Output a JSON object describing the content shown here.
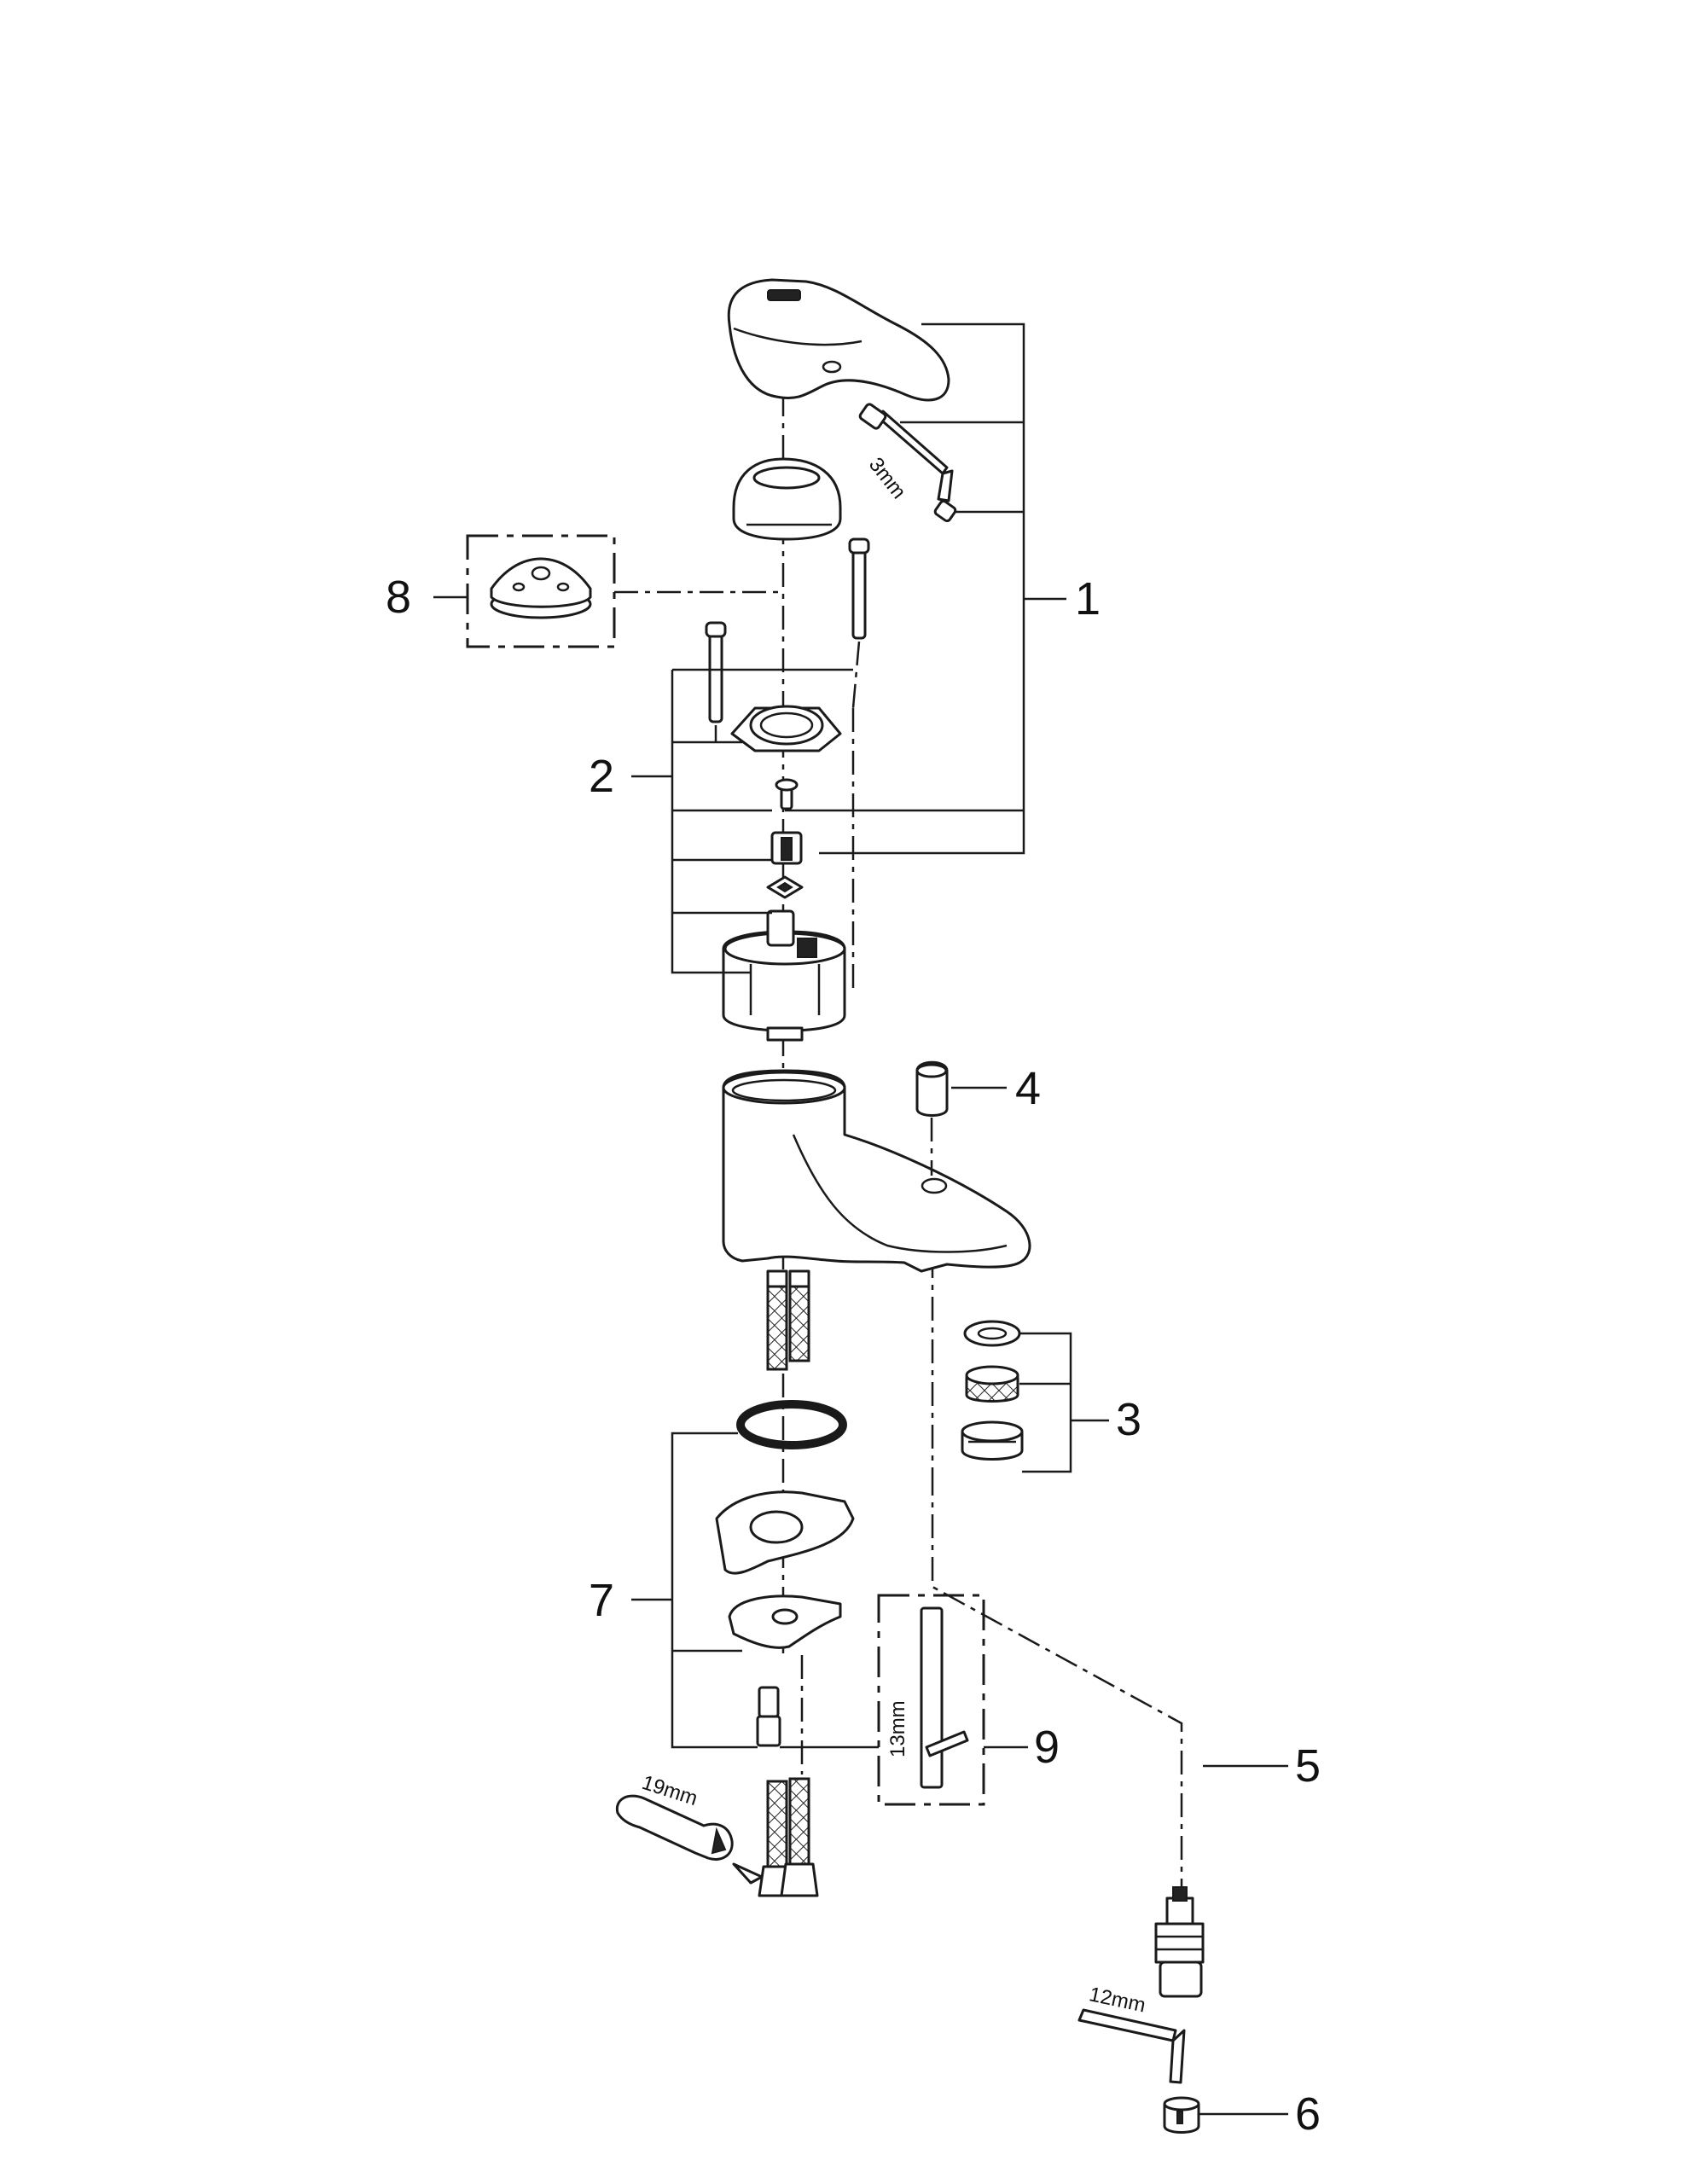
{
  "callouts": [
    "1",
    "2",
    "3",
    "4",
    "5",
    "6",
    "7",
    "8",
    "9"
  ],
  "tool_sizes": {
    "hex_key": "3mm",
    "socket_wrench": "13mm",
    "flat_wrench": "19mm",
    "cartridge_key": "12mm"
  }
}
